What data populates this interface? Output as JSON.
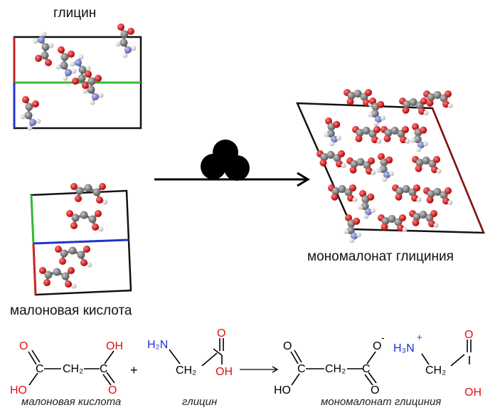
{
  "labels": {
    "glycine_title": "глицин",
    "malonic_title": "малоновая кислота",
    "product_title": "мономалонат глициния"
  },
  "equation": {
    "malonic_caption": "малоновая кислота",
    "glycine_caption": "глицин",
    "product_caption": "мономалонат глициния",
    "plus": "+",
    "atoms": {
      "O": "O",
      "OH": "OH",
      "HO": "HO",
      "H2N": "H₂N",
      "H3N": "H₃N",
      "CH2": "CH₂",
      "C": "C",
      "minus": "-",
      "plus_charge": "+"
    }
  },
  "colors": {
    "oxygen": "#e01010",
    "nitrogen": "#1a2fd6",
    "carbon_atom": "#7a7a7a",
    "hydrogen_atom": "#e8e8e8",
    "axis_red": "#cc2222",
    "axis_green": "#33bb33",
    "axis_blue": "#2233cc"
  },
  "icons": {
    "ball_mill": "three-balls-icon",
    "arrow": "reaction-arrow-icon"
  }
}
